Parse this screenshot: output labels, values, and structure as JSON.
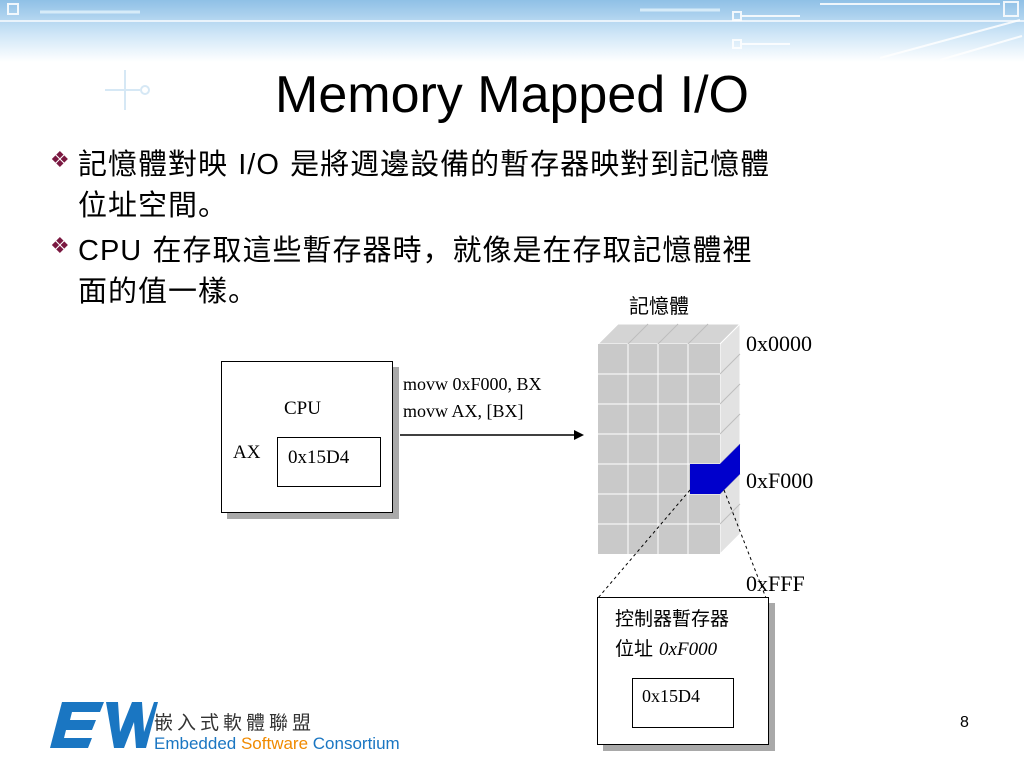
{
  "title": "Memory Mapped I/O",
  "bullets": [
    {
      "line1_pre": "記憶體對映 ",
      "line1_lat": "I/O",
      "line1_post": " 是將週邊設備的暫存器映對到記憶體",
      "line2": "位址空間。"
    },
    {
      "line1_pre": "",
      "line1_lat": "CPU",
      "line1_post": " 在存取這些暫存器時，就像是在存取記憶體裡",
      "line2": "面的值一樣。"
    }
  ],
  "diagram": {
    "cpu_label": "CPU",
    "ax_label": "AX",
    "ax_value": "0x15D4",
    "instructions": [
      "movw 0xF000, BX",
      "movw AX, [BX]"
    ],
    "memory_label": "記憶體",
    "addr_top": "0x0000",
    "addr_mid": "0xF000",
    "addr_bottom_a": "0xFFF",
    "addr_bottom_b": "F",
    "controller_label_line1": "控制器暫存器",
    "controller_label_line2_pre": "位址 ",
    "controller_label_line2_addr": "0xF000",
    "controller_value": "0x15D4",
    "highlight_color": "#0000cc"
  },
  "footer": {
    "logo_cn": "嵌入式軟體聯盟",
    "logo_en_a": "Embedded ",
    "logo_en_b": "Software",
    "logo_en_c": " Consortium",
    "page_number": "8"
  }
}
